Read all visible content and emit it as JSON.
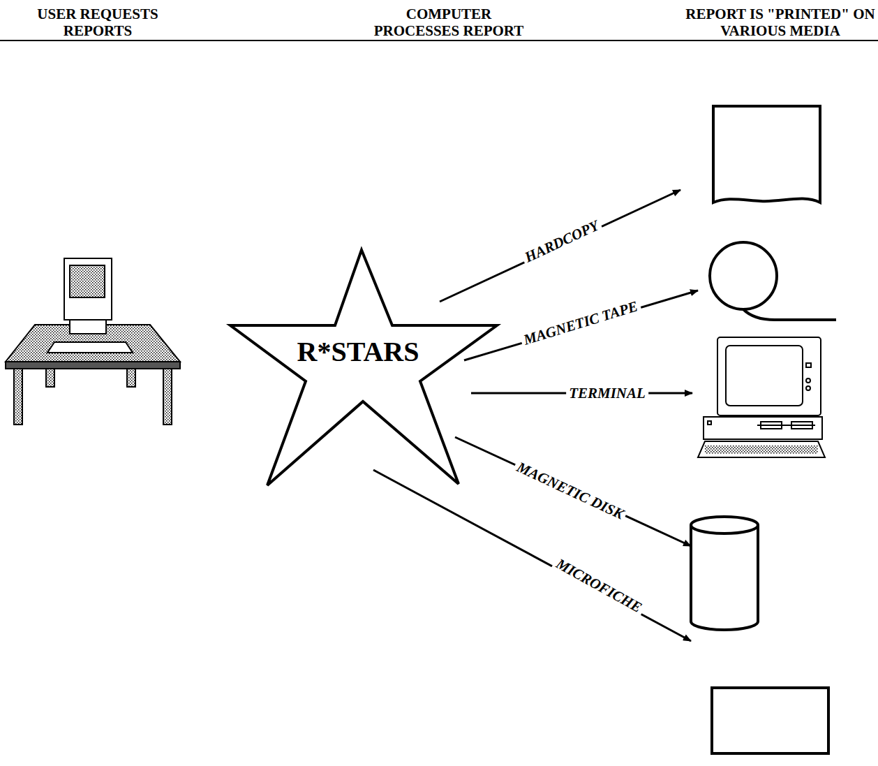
{
  "diagram": {
    "nodes": [
      {
        "text": [
          "R*STARS"
        ]
      }
    ],
    "labels": [
      "USER REQUESTS REPORTS",
      "COMPUTER PROCESSES REPORT",
      "REPORT IS \"PRINTED\" ON VARIOUS MEDIA",
      "HARDCOPY",
      "MAGNETIC TAPE",
      "TERMINAL",
      "MAGNETIC DISK",
      "MICROFICHE"
    ]
  }
}
